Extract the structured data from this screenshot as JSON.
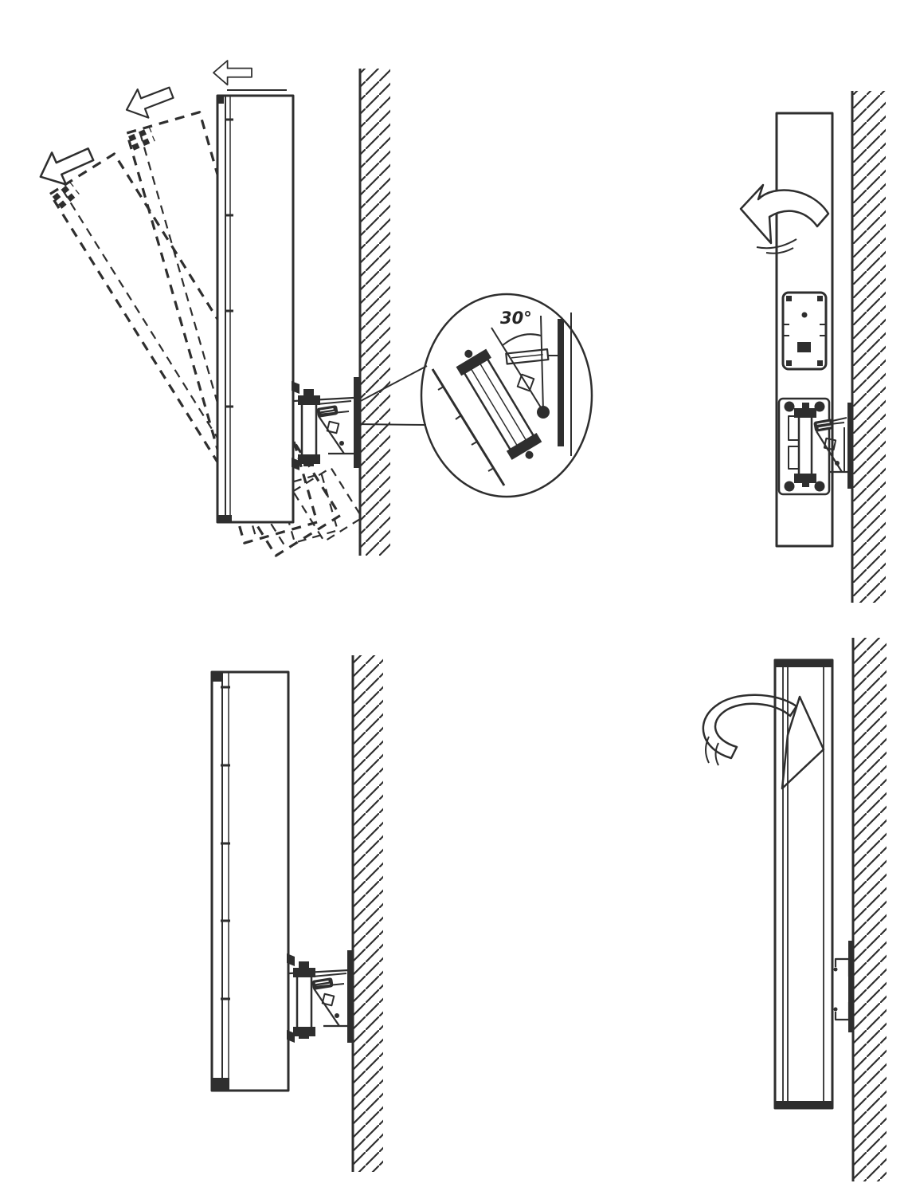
{
  "page": {
    "background_color": "#ffffff",
    "line_color": "#2e2e2e"
  },
  "detail_callout": {
    "angle_label": "30°"
  },
  "icons": {
    "tilt_arrow": "hollow-arrow-left",
    "rotate_arrow": "curved-rotation-arrow",
    "swivel_arrow": "loop-swivel-arrow",
    "wall": "hatched-wall-line"
  }
}
